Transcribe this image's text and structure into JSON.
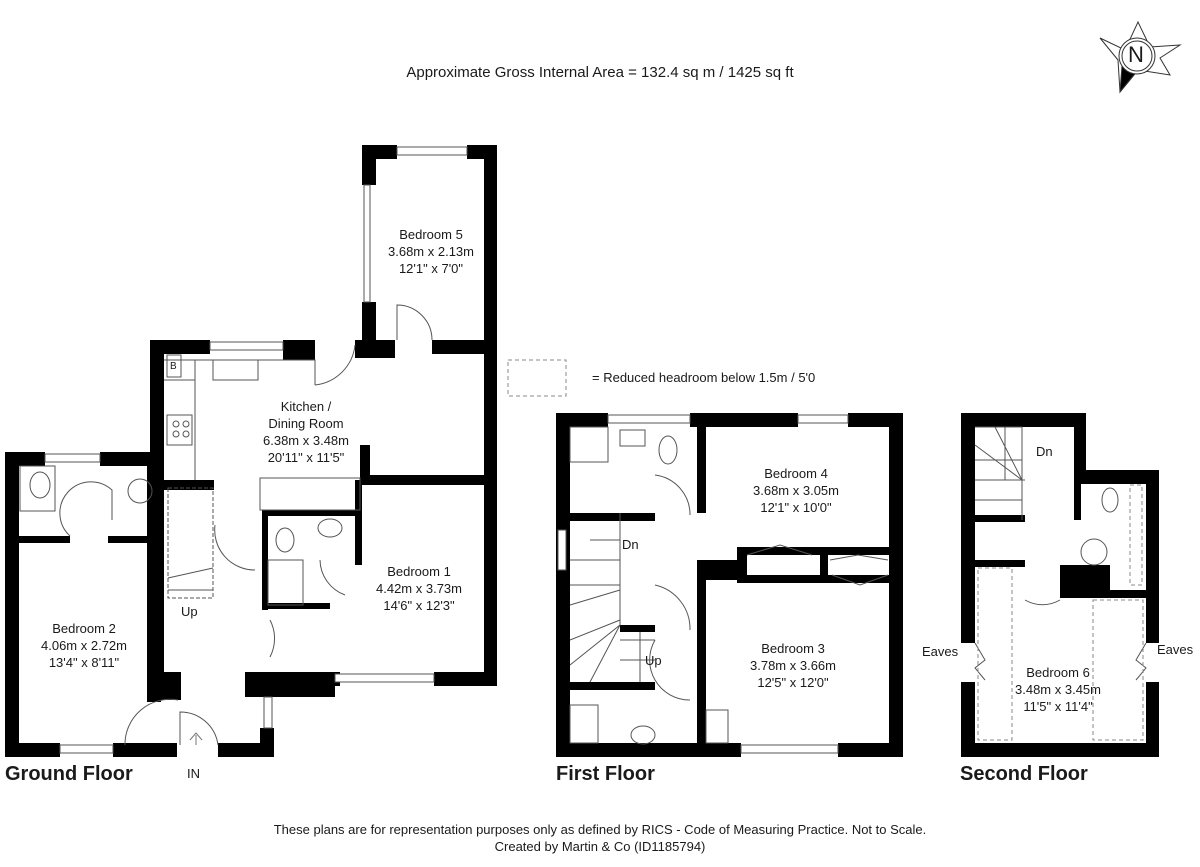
{
  "header": {
    "area_title": "Approximate Gross Internal Area = 132.4 sq m / 1425 sq ft"
  },
  "compass": {
    "icon": "north-compass-icon",
    "letter": "N"
  },
  "legend": {
    "text": "= Reduced headroom below 1.5m / 5'0"
  },
  "floors": {
    "ground": {
      "label": "Ground Floor",
      "entrance_label": "IN",
      "stairs_label": "Up",
      "rooms": [
        {
          "name": "Bedroom 5",
          "metric": "3.68m x 2.13m",
          "imperial": "12'1\" x 7'0\""
        },
        {
          "name": "Kitchen /",
          "name2": "Dining Room",
          "metric": "6.38m x 3.48m",
          "imperial": "20'11\" x 11'5\""
        },
        {
          "name": "Bedroom 1",
          "metric": "4.42m x 3.73m",
          "imperial": "14'6\" x 12'3\""
        },
        {
          "name": "Bedroom 2",
          "metric": "4.06m x 2.72m",
          "imperial": "13'4\" x 8'11\""
        }
      ],
      "boiler_label": "B"
    },
    "first": {
      "label": "First Floor",
      "stairs_down": "Dn",
      "stairs_up": "Up",
      "rooms": [
        {
          "name": "Bedroom 4",
          "metric": "3.68m x 3.05m",
          "imperial": "12'1\" x 10'0\""
        },
        {
          "name": "Bedroom 3",
          "metric": "3.78m x 3.66m",
          "imperial": "12'5\" x 12'0\""
        }
      ]
    },
    "second": {
      "label": "Second Floor",
      "stairs_down": "Dn",
      "eaves_left": "Eaves",
      "eaves_right": "Eaves",
      "rooms": [
        {
          "name": "Bedroom 6",
          "metric": "3.48m x 3.45m",
          "imperial": "11'5\" x 11'4\""
        }
      ]
    }
  },
  "footer": {
    "disclaimer": "These plans are for representation purposes only as defined by RICS - Code of Measuring Practice. Not to Scale.",
    "credit": "Created by Martin & Co (ID1185794)"
  },
  "colors": {
    "wall": "#000000",
    "line": "#555555",
    "background": "#ffffff"
  }
}
